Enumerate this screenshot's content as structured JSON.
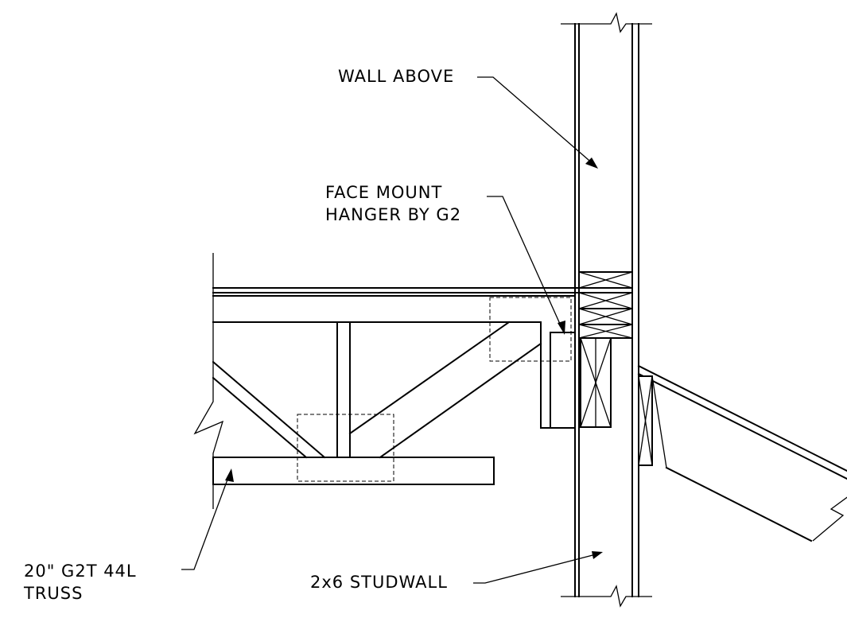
{
  "labels": {
    "wall_above": "WALL ABOVE",
    "hanger_line1": "FACE MOUNT",
    "hanger_line2": "HANGER BY G2",
    "truss_line1": "20\" G2T 44L",
    "truss_line2": "TRUSS",
    "studwall": "2x6 STUDWALL"
  }
}
